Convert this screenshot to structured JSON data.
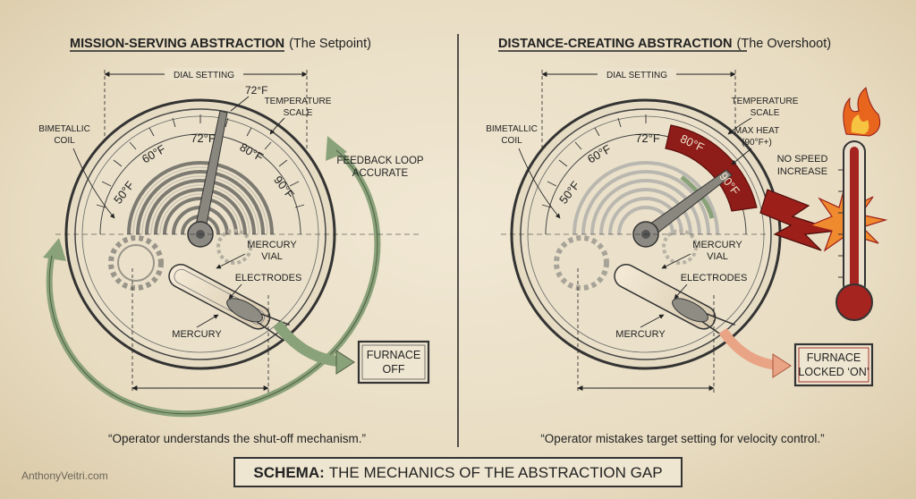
{
  "left": {
    "title_bold": "MISSION-SERVING ABSTRACTION",
    "title_paren": "(The Setpoint)",
    "dial_setting": "DIAL SETTING",
    "setpoint": "72°F",
    "temp_scale": [
      "TEMPERATURE",
      "SCALE"
    ],
    "bimetallic": [
      "BIMETALLIC",
      "COIL"
    ],
    "ticks": [
      "50°F",
      "60°F",
      "72°F",
      "80°F",
      "90°F"
    ],
    "feedback": [
      "FEEDBACK LOOP",
      "ACCURATE"
    ],
    "mercury_vial": [
      "MERCURY",
      "VIAL"
    ],
    "electrodes": "ELECTRODES",
    "mercury": "MERCURY",
    "furnace": [
      "FURNACE",
      "OFF"
    ],
    "quote": "“Operator understands the shut-off mechanism.”"
  },
  "right": {
    "title_bold": "DISTANCE-CREATING ABSTRACTION",
    "title_paren": "(The Overshoot)",
    "dial_setting": "DIAL SETTING",
    "temp_scale": [
      "TEMPERATURE",
      "SCALE"
    ],
    "bimetallic": [
      "BIMETALLIC",
      "COIL"
    ],
    "ticks": [
      "50°F",
      "60°F",
      "72°F",
      "80°F",
      "90°F"
    ],
    "max_heat": [
      "MAX HEAT",
      "(90°F+)"
    ],
    "no_speed": [
      "NO SPEED",
      "INCREASE"
    ],
    "mercury_vial": [
      "MERCURY",
      "VIAL"
    ],
    "electrodes": "ELECTRODES",
    "mercury": "MERCURY",
    "furnace": [
      "FURNACE",
      "LOCKED ‘ON’"
    ],
    "quote": "“Operator mistakes target setting for velocity control.”"
  },
  "footer": {
    "schema_bold": "SCHEMA:",
    "schema_text": "THE MECHANICS OF THE ABSTRACTION GAP",
    "credit": "AnthonyVeitri.com"
  },
  "colors": {
    "ink": "#222222",
    "green_arrow": "#8aa27a",
    "red_zone": "#8e1c18",
    "flame": "#e8651e",
    "salmon_arrow": "#e9a485"
  }
}
